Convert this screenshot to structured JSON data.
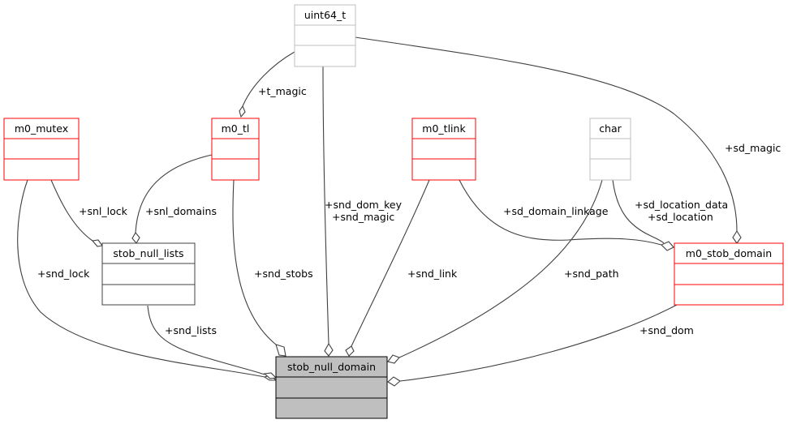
{
  "diagram": {
    "type": "collaboration-graph",
    "title": "stob_null_domain",
    "nodes": [
      {
        "id": "uint64_t",
        "label": "uint64_t",
        "style": "external",
        "border_color": "#bfbfbf",
        "fill": "#ffffff"
      },
      {
        "id": "m0_mutex",
        "label": "m0_mutex",
        "style": "undocumented",
        "border_color": "#ff0000",
        "fill": "#ffffff"
      },
      {
        "id": "m0_tl",
        "label": "m0_tl",
        "style": "undocumented",
        "border_color": "#ff0000",
        "fill": "#ffffff"
      },
      {
        "id": "m0_tlink",
        "label": "m0_tlink",
        "style": "undocumented",
        "border_color": "#ff0000",
        "fill": "#ffffff"
      },
      {
        "id": "char",
        "label": "char",
        "style": "external",
        "border_color": "#bfbfbf",
        "fill": "#ffffff"
      },
      {
        "id": "m0_stob_domain",
        "label": "m0_stob_domain",
        "style": "undocumented",
        "border_color": "#ff0000",
        "fill": "#ffffff"
      },
      {
        "id": "stob_null_lists",
        "label": "stob_null_lists",
        "style": "documented",
        "border_color": "#000000",
        "fill": "#ffffff"
      },
      {
        "id": "stob_null_domain",
        "label": "stob_null_domain",
        "style": "focus",
        "border_color": "#000000",
        "fill": "#bfbfbf"
      }
    ],
    "edges": [
      {
        "from": "uint64_t",
        "to": "m0_tl",
        "label": "+t_magic"
      },
      {
        "from": "uint64_t",
        "to": "stob_null_domain",
        "label": "+snd_dom_key\n+snd_magic"
      },
      {
        "from": "uint64_t",
        "to": "m0_stob_domain",
        "label": "+sd_magic"
      },
      {
        "from": "m0_mutex",
        "to": "stob_null_lists",
        "label": "+snl_lock"
      },
      {
        "from": "m0_tl",
        "to": "stob_null_lists",
        "label": "+snl_domains"
      },
      {
        "from": "m0_mutex",
        "to": "stob_null_domain",
        "label": "+snd_lock"
      },
      {
        "from": "m0_tl",
        "to": "stob_null_domain",
        "label": "+snd_stobs"
      },
      {
        "from": "m0_tlink",
        "to": "stob_null_domain",
        "label": "+snd_link"
      },
      {
        "from": "m0_tlink",
        "to": "m0_stob_domain",
        "label": "+sd_domain_linkage"
      },
      {
        "from": "char",
        "to": "m0_stob_domain",
        "label": "+sd_location_data\n+sd_location"
      },
      {
        "from": "char",
        "to": "stob_null_domain",
        "label": "+snd_path"
      },
      {
        "from": "stob_null_lists",
        "to": "stob_null_domain",
        "label": "+snd_lists"
      },
      {
        "from": "m0_stob_domain",
        "to": "stob_null_domain",
        "label": "+snd_dom"
      }
    ]
  },
  "labels": {
    "uint64_t": "uint64_t",
    "m0_mutex": "m0_mutex",
    "m0_tl": "m0_tl",
    "m0_tlink": "m0_tlink",
    "char": "char",
    "m0_stob_domain": "m0_stob_domain",
    "stob_null_lists": "stob_null_lists",
    "stob_null_domain": "stob_null_domain",
    "t_magic": "+t_magic",
    "snd_dom_key": "+snd_dom_key",
    "snd_magic": "+snd_magic",
    "sd_magic": "+sd_magic",
    "snl_lock": "+snl_lock",
    "snl_domains": "+snl_domains",
    "snd_lock": "+snd_lock",
    "snd_stobs": "+snd_stobs",
    "snd_link": "+snd_link",
    "sd_domain_linkage": "+sd_domain_linkage",
    "sd_location_data": "+sd_location_data",
    "sd_location": "+sd_location",
    "snd_path": "+snd_path",
    "snd_lists": "+snd_lists",
    "snd_dom": "+snd_dom"
  },
  "colors": {
    "external_border": "#bfbfbf",
    "undocumented_border": "#ff0000",
    "documented_border": "#000000",
    "focus_fill": "#bfbfbf",
    "edge": "#404040"
  }
}
